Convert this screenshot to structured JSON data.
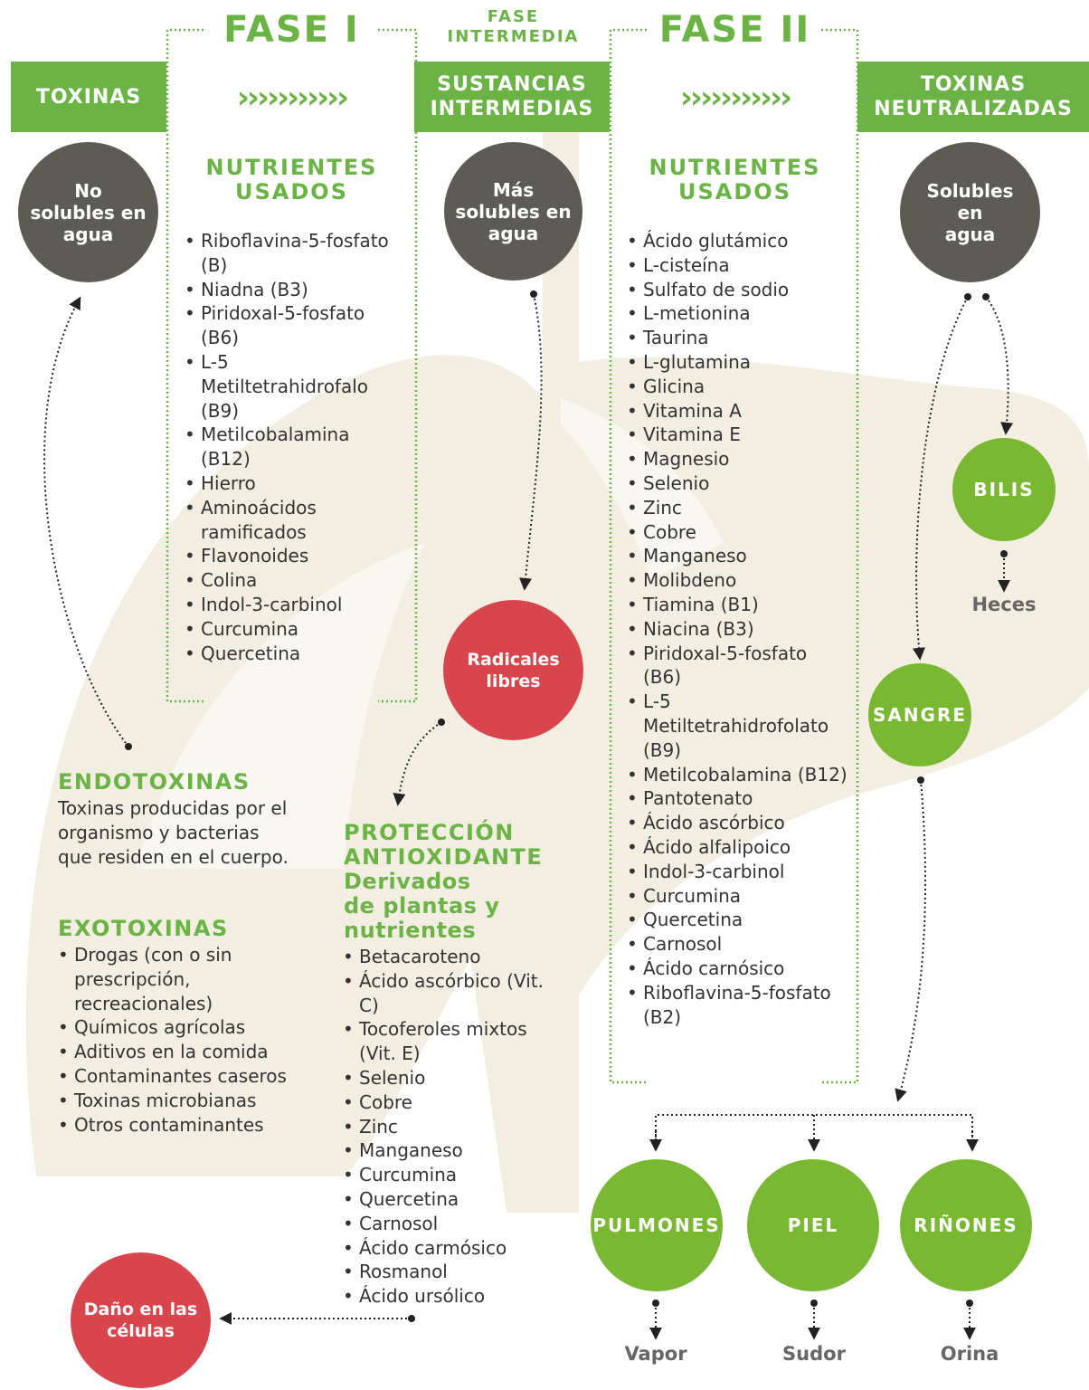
{
  "phases": {
    "fase1": "FASE I",
    "intermedia": [
      "FASE",
      "INTERMEDIA"
    ],
    "fase2": "FASE II"
  },
  "bands": {
    "toxinas": "TOXINAS",
    "sustancias": [
      "SUSTANCIAS",
      "INTERMEDIAS"
    ],
    "neutralizadas": [
      "TOXINAS",
      "NEUTRALIZADAS"
    ],
    "arrows": "›››››››››››"
  },
  "circles": {
    "no_solubles": [
      "No",
      "solubles en",
      "agua"
    ],
    "mas_solubles": [
      "Más",
      "solubles en",
      "agua"
    ],
    "solubles": [
      "Solubles",
      "en",
      "agua"
    ],
    "radicales": [
      "Radicales",
      "libres"
    ],
    "bilis": "BILIS",
    "sangre": "SANGRE",
    "pulmones": "PULMONES",
    "piel": "PIEL",
    "rinones": "RIÑONES",
    "dano": [
      "Daño en las",
      "células"
    ]
  },
  "outputs": {
    "heces": "Heces",
    "vapor": "Vapor",
    "sudor": "Sudor",
    "orina": "Orina"
  },
  "fase1_nutrientes": {
    "title": [
      "NUTRIENTES",
      "USADOS"
    ],
    "items": [
      "Riboflavina-5-fosfato (B)",
      "Niadna (B3)",
      "Piridoxal-5-fosfato (B6)",
      "L-5 Metiltetrahidrofalo (B9)",
      "Metilcobalamina (B12)",
      "Hierro",
      "Aminoácidos ramificados",
      "Flavonoides",
      "Colina",
      "Indol-3-carbinol",
      "Curcumina",
      "Quercetina"
    ]
  },
  "fase2_nutrientes": {
    "title": [
      "NUTRIENTES",
      "USADOS"
    ],
    "items": [
      "Ácido glutámico",
      "L-cisteína",
      "Sulfato de sodio",
      "L-metionina",
      "Taurina",
      "L-glutamina",
      "Glicina",
      "Vitamina A",
      "Vitamina E",
      "Magnesio",
      "Selenio",
      "Zinc",
      "Cobre",
      "Manganeso",
      "Molibdeno",
      "Tiamina (B1)",
      "Niacina (B3)",
      "Piridoxal-5-fosfato (B6)",
      "L-5 Metiltetrahidrofolato (B9)",
      "Metilcobalamina (B12)",
      "Pantotenato",
      "Ácido ascórbico",
      "Ácido alfalipoico",
      "Indol-3-carbinol",
      "Curcumina",
      "Quercetina",
      "Carnosol",
      "Ácido carnósico",
      "Riboflavina-5-fosfato (B2)"
    ]
  },
  "endotoxinas": {
    "title": "ENDOTOXINAS",
    "text": "Toxinas producidas por el organismo y bacterias que residen en el cuerpo."
  },
  "exotoxinas": {
    "title": "EXOTOXINAS",
    "items": [
      "Drogas (con o sin prescripción, recreacionales)",
      "Químicos agrícolas",
      "Aditivos en la comida",
      "Contaminantes caseros",
      "Toxinas microbianas",
      "Otros contaminantes"
    ]
  },
  "proteccion": {
    "title": [
      "PROTECCIÓN",
      "ANTIOXIDANTE"
    ],
    "subtitle": [
      "Derivados",
      "de plantas y",
      "nutrientes"
    ],
    "items": [
      "Betacaroteno",
      "Ácido ascórbico (Vit. C)",
      "Tocoferoles mixtos (Vit. E)",
      "Selenio",
      "Cobre",
      "Zinc",
      "Manganeso",
      "Curcumina",
      "Quercetina",
      "Carnosol",
      "Ácido carmósico",
      "Rosmanol",
      "Ácido ursólico"
    ]
  },
  "colors": {
    "green": "#6ab344",
    "circle_green": "#7ab833",
    "dark": "#5d5b56",
    "red": "#d8454d",
    "liver": "#f2eee2"
  }
}
